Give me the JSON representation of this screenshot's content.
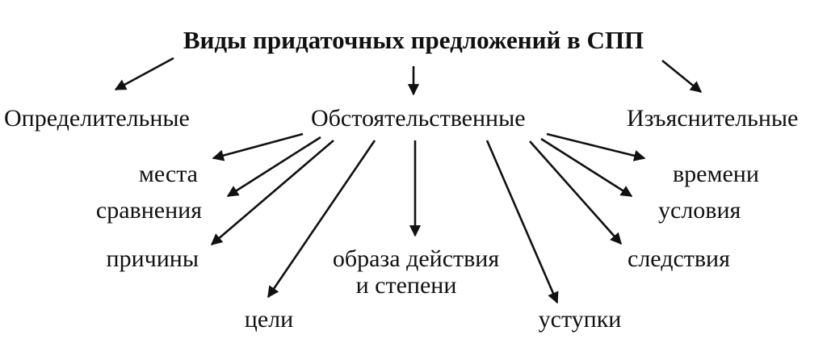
{
  "title": "Виды придаточных предложений в СПП",
  "categories": {
    "attributive": "Определительные",
    "adverbial": "Обстоятельственные",
    "explanatory": "Изъяснительные"
  },
  "adverbial_types": {
    "place": "места",
    "comparison": "сравнения",
    "cause": "причины",
    "purpose": "цели",
    "manner_line1": "образа действия",
    "manner_line2": "и степени",
    "concession": "уступки",
    "time": "времени",
    "condition": "условия",
    "consequence": "следствия"
  },
  "colors": {
    "ink": "#111111",
    "background": "#ffffff"
  }
}
